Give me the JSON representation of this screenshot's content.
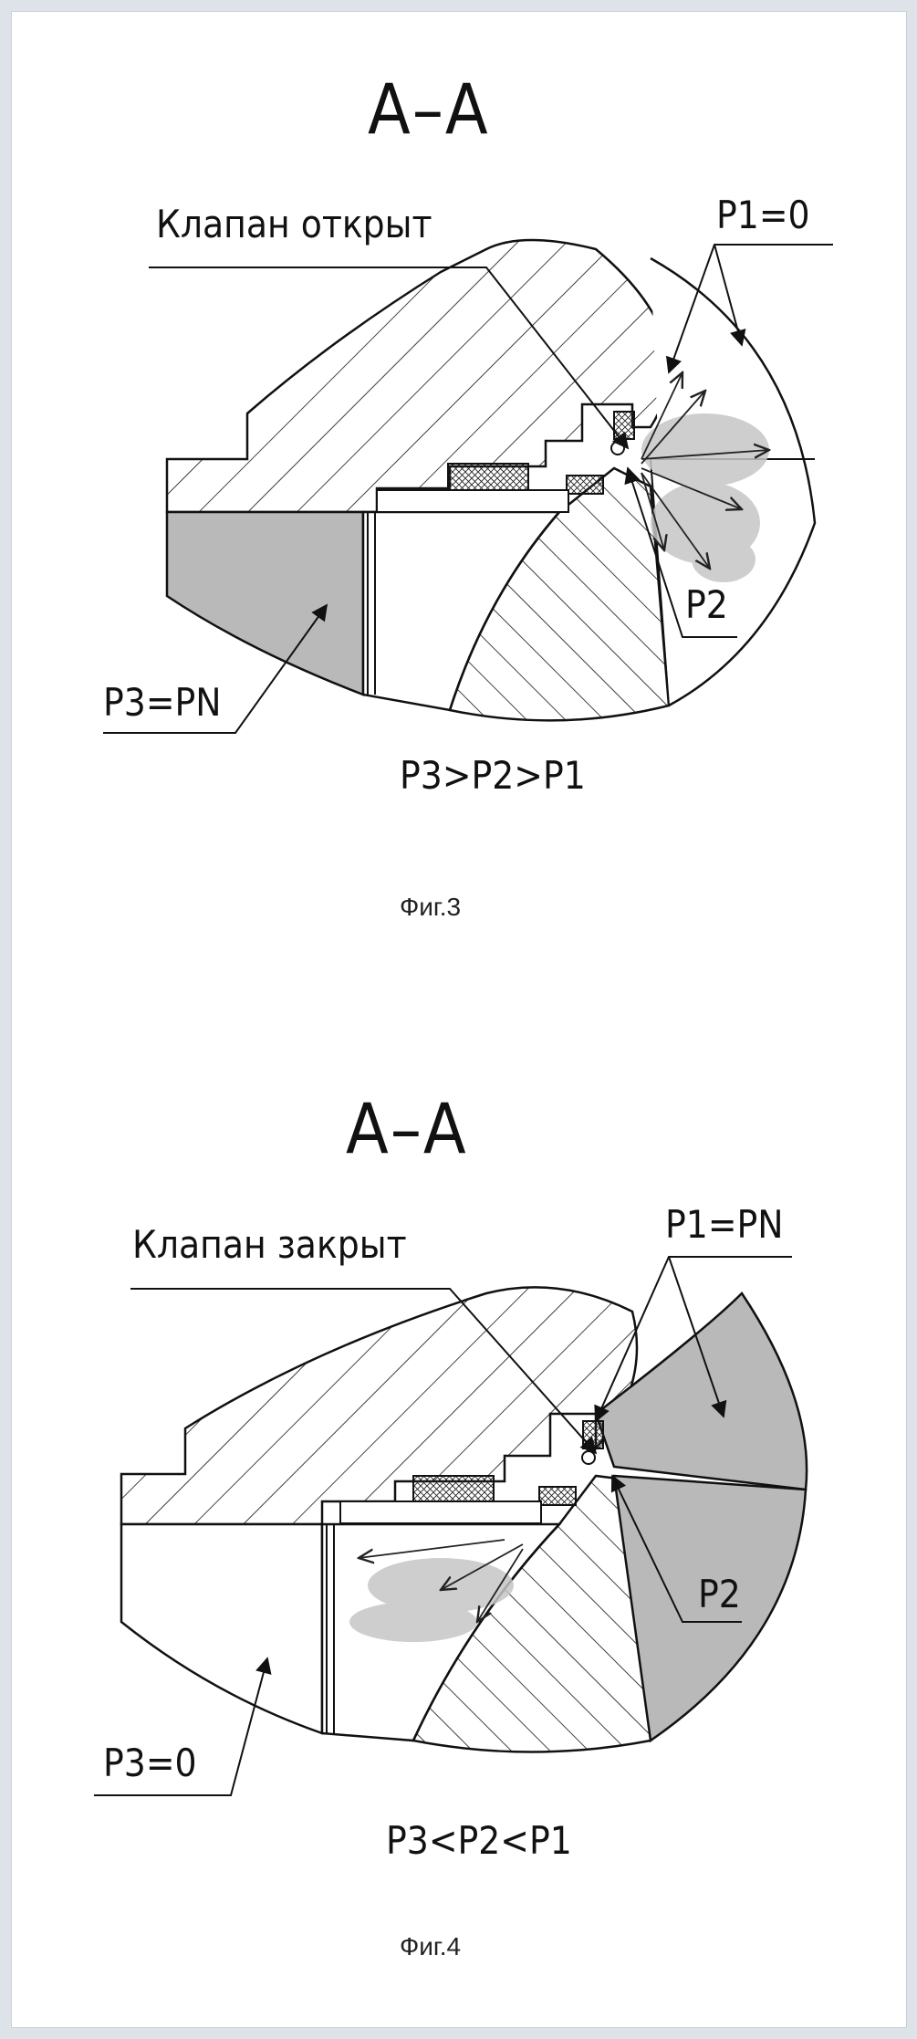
{
  "figures": [
    {
      "section_title": "A–A",
      "valve_state": "Клапан открыт",
      "p1_label": "P1=0",
      "p2_label": "P2",
      "p3_label": "P3=PN",
      "relation": "P3>P2>P1",
      "caption": "Фиг.3"
    },
    {
      "section_title": "A–A",
      "valve_state": "Клапан закрыт",
      "p1_label": "P1=PN",
      "p2_label": "P2",
      "p3_label": "P3=0",
      "relation": "P3<P2<P1",
      "caption": "Фиг.4"
    }
  ],
  "colors": {
    "pressure_fill": "#b9b9b9",
    "hatch": "#111111",
    "background": "#ffffff",
    "page_border": "#dde3e8"
  }
}
